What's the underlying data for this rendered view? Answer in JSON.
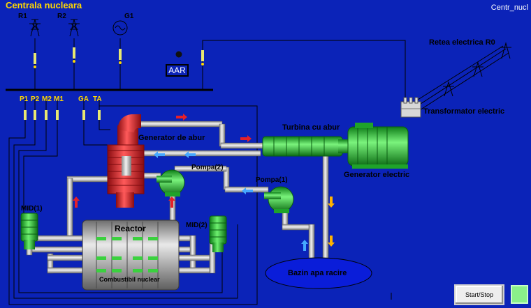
{
  "title": "Centrala nucleara",
  "screen_id": "Centr_nucl",
  "towers": {
    "r1": "R1",
    "r2": "R2",
    "g1": "G1"
  },
  "aar": "AAR",
  "bus_labels": {
    "p1": "P1",
    "p2": "P2",
    "m2": "M2",
    "m1": "M1",
    "ga": "GA",
    "ta": "TA"
  },
  "equipment": {
    "grid": "Retea electrica R0",
    "transformer": "Transformator electric",
    "turbine": "Turbina cu abur",
    "steam_gen": "Generator de abur",
    "pump2": "Pompa(2)",
    "pump1": "Pompa(1)",
    "gen_electric": "Generator electric",
    "mid1": "MID(1)",
    "mid2": "MID(2)",
    "reactor": "Reactor",
    "fuel": "Combustibil nuclear",
    "basin": "Bazin apa racire"
  },
  "controls": {
    "start_stop": "Start/Stop"
  },
  "colors": {
    "background": "#0b23b8",
    "label": "#ffd800",
    "equipment_green": "#2fd23a",
    "steam_red": "#e5202a",
    "pipe": "#b8b8b8",
    "basin": "#0a1dd9"
  }
}
